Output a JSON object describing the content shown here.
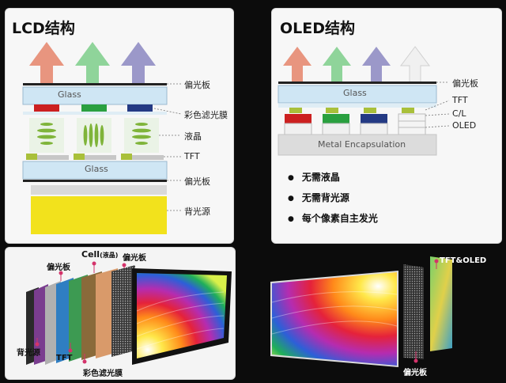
{
  "lcd": {
    "title": "LCD结构",
    "glass_top": "Glass",
    "glass_bottom": "Glass",
    "labels": {
      "polarizer_top": "偏光板",
      "color_filter": "彩色滤光膜",
      "liquid_crystal": "液晶",
      "tft": "TFT",
      "polarizer_bottom": "偏光板",
      "backlight": "背光源"
    }
  },
  "oled": {
    "title": "OLED结构",
    "glass": "Glass",
    "metal": "Metal Encapsulation",
    "labels": {
      "polarizer": "偏光板",
      "tft": "TFT",
      "cl": "C/L",
      "oled": "OLED"
    },
    "bullets": [
      "无需液晶",
      "无需背光源",
      "每个像素自主发光"
    ]
  },
  "lcd_exploded": {
    "labels": {
      "polarizer_a": "偏光板",
      "cell": "Cell",
      "cell_sub": "(液晶)",
      "polarizer_b": "偏光板",
      "backlight": "背光源",
      "tft": "TFT",
      "color_filter": "彩色滤光膜"
    }
  },
  "oled_exploded": {
    "labels": {
      "tft_oled": "TFT&OLED",
      "polarizer": "偏光板"
    }
  },
  "colors": {
    "arrow_red": "#e8957f",
    "arrow_green": "#8fd49a",
    "arrow_purple": "#9b98c9",
    "arrow_white": "#f0f0f0",
    "glass": "#cfe6f4",
    "filter_red": "#cc2020",
    "filter_green": "#2aa040",
    "filter_blue": "#243a84",
    "backlight": "#f2e21c",
    "marker": "#d4336b"
  }
}
